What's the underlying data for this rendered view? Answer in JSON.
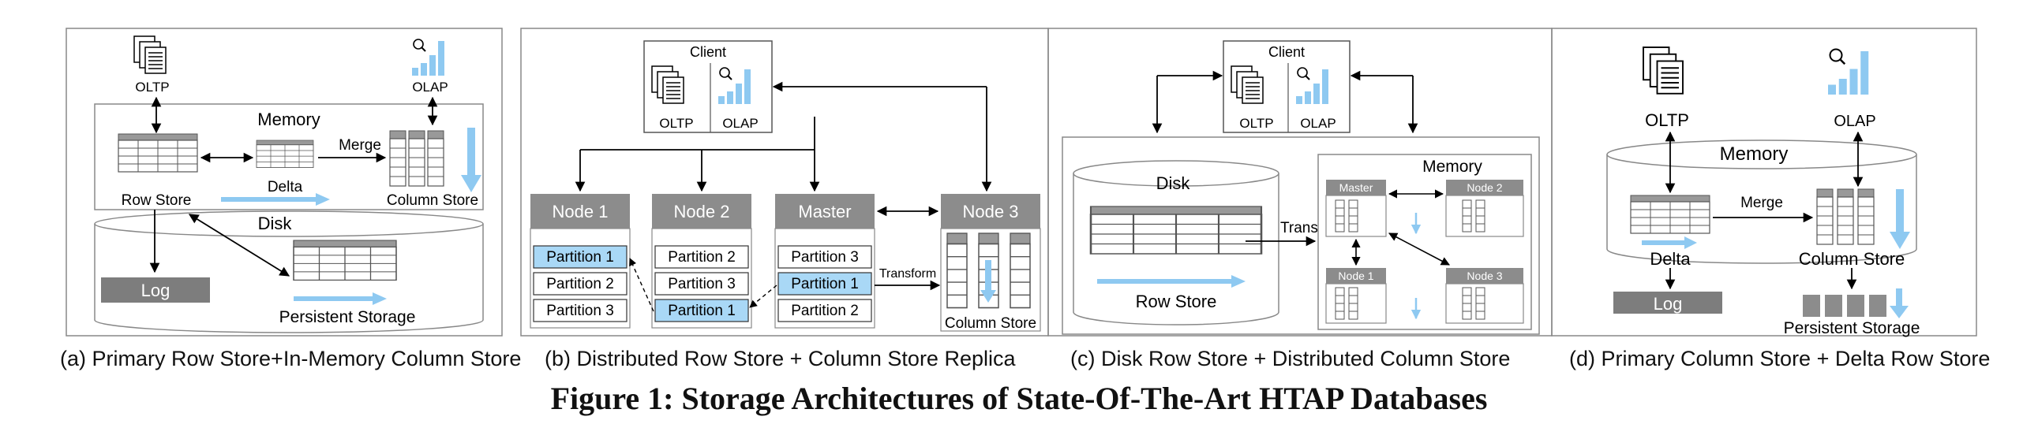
{
  "panel_a": {
    "oltp": "OLTP",
    "olap": "OLAP",
    "memory": "Memory",
    "merge": "Merge",
    "row_store": "Row Store",
    "delta": "Delta",
    "column_store": "Column Store",
    "disk": "Disk",
    "log": "Log",
    "persistent_storage": "Persistent Storage",
    "caption": "(a) Primary Row Store+In-Memory Column Store"
  },
  "panel_b": {
    "client": "Client",
    "oltp": "OLTP",
    "olap": "OLAP",
    "node1": "Node 1",
    "node2": "Node 2",
    "master": "Master",
    "node3": "Node 3",
    "node1_partitions": [
      "Partition 1",
      "Partition 2",
      "Partition 3"
    ],
    "node2_partitions": [
      "Partition 2",
      "Partition 3",
      "Partition 1"
    ],
    "master_partitions": [
      "Partition 3",
      "Partition 1",
      "Partition 2"
    ],
    "transform": "Transform",
    "column_store": "Column Store",
    "caption": "(b) Distributed Row Store + Column Store Replica"
  },
  "panel_c": {
    "client": "Client",
    "oltp": "OLTP",
    "olap": "OLAP",
    "disk": "Disk",
    "row_store": "Row Store",
    "transform": "Transform",
    "memory": "Memory",
    "master": "Master",
    "node1": "Node 1",
    "node2": "Node 2",
    "node3": "Node 3",
    "caption": "(c) Disk Row Store + Distributed Column Store"
  },
  "panel_d": {
    "oltp": "OLTP",
    "olap": "OLAP",
    "memory": "Memory",
    "merge": "Merge",
    "delta": "Delta",
    "column_store": "Column Store",
    "log": "Log",
    "persistent_storage": "Persistent Storage",
    "caption": "(d) Primary Column Store + Delta Row Store"
  },
  "figure_title": "Figure 1: Storage Architectures of State-Of-The-Art HTAP Databases",
  "colors": {
    "accent_blue": "#8ec9f1",
    "partition_highlight": "#a9d8f6",
    "header_gray": "#8c8c8c",
    "log_gray": "#7d7d7d",
    "border": "#777777"
  },
  "icons": [
    "document-stack-icon",
    "search-bar-chart-icon",
    "database-cylinder-icon"
  ]
}
